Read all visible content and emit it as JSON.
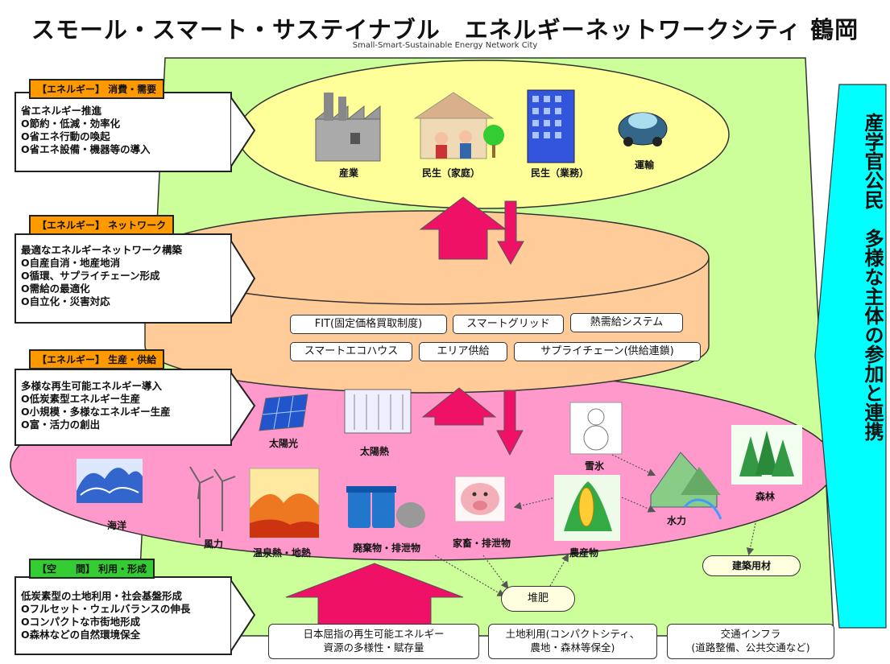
{
  "header": {
    "title": "スモール・スマート・サステイナブル　エネルギーネットワークシティ 鶴岡",
    "subtitle": "Small-Smart-Sustainable Energy Network City"
  },
  "side_banner": "産学官公民　多様な主体の参加と連携",
  "panels": [
    {
      "heading": "【エネルギー】 消費・需要",
      "heading_color": "#ff9900",
      "lines": [
        "省エネルギー推進",
        "O節約・低減・効率化",
        "O省エネ行動の喚起",
        "O省エネ設備・機器等の導入"
      ]
    },
    {
      "heading": "【エネルギー】 ネットワーク",
      "heading_color": "#ff9900",
      "lines": [
        "最適なエネルギーネットワーク構築",
        "O自産自消・地産地消",
        "O循環、サプライチェーン形成",
        "O需給の最適化",
        "O自立化・災害対応"
      ]
    },
    {
      "heading": "【エネルギー】 生産・供給",
      "heading_color": "#ff9900",
      "lines": [
        "多様な再生可能エネルギー導入",
        "O低炭素型エネルギー生産",
        "O小規模・多様なエネルギー生産",
        "O富・活力の創出"
      ]
    },
    {
      "heading": "【空　　間】 利用・形成",
      "heading_color": "#33cc33",
      "lines": [
        "低炭素型の土地利用・社会基盤形成",
        "Oフルセット・ウェルバランスの伸長",
        "Oコンパクトな市街地形成",
        "O森林などの自然環境保全"
      ]
    }
  ],
  "consumption": [
    "産業",
    "民生（家庭）",
    "民生（業務）",
    "運輸"
  ],
  "network_chips": [
    "FIT(固定価格買取制度)",
    "スマートグリッド",
    "熱需給システム",
    "スマートエコハウス",
    "エリア供給",
    "サプライチェーン(供給連鎖)"
  ],
  "production": {
    "solar_pv": "太陽光",
    "solar_heat": "太陽熱",
    "snow": "雪氷",
    "ocean": "海洋",
    "wind": "風力",
    "geothermal": "温泉熱・地熱",
    "waste": "廃棄物・排泄物",
    "livestock": "家畜・排泄物",
    "crops": "農産物",
    "hydro": "水力",
    "forest": "森林"
  },
  "compost": "堆肥",
  "lumber": "建築用材",
  "bottom_boxes": [
    {
      "line1": "日本屈指の再生可能エネルギー",
      "line2": "資源の多様性・賦存量"
    },
    {
      "line1": "土地利用(コンパクトシティ、",
      "line2": "農地・森林等保全)"
    },
    {
      "line1": "交通インフラ",
      "line2": "(道路整備、公共交通など)"
    }
  ],
  "colors": {
    "green_field": "#ccff99",
    "consumption_ellipse": "#ffff99",
    "network_cylinder": "#ffcc99",
    "production_ellipse": "#ff99cc",
    "banner": "#00ffff",
    "arrow": "#ee1166"
  }
}
